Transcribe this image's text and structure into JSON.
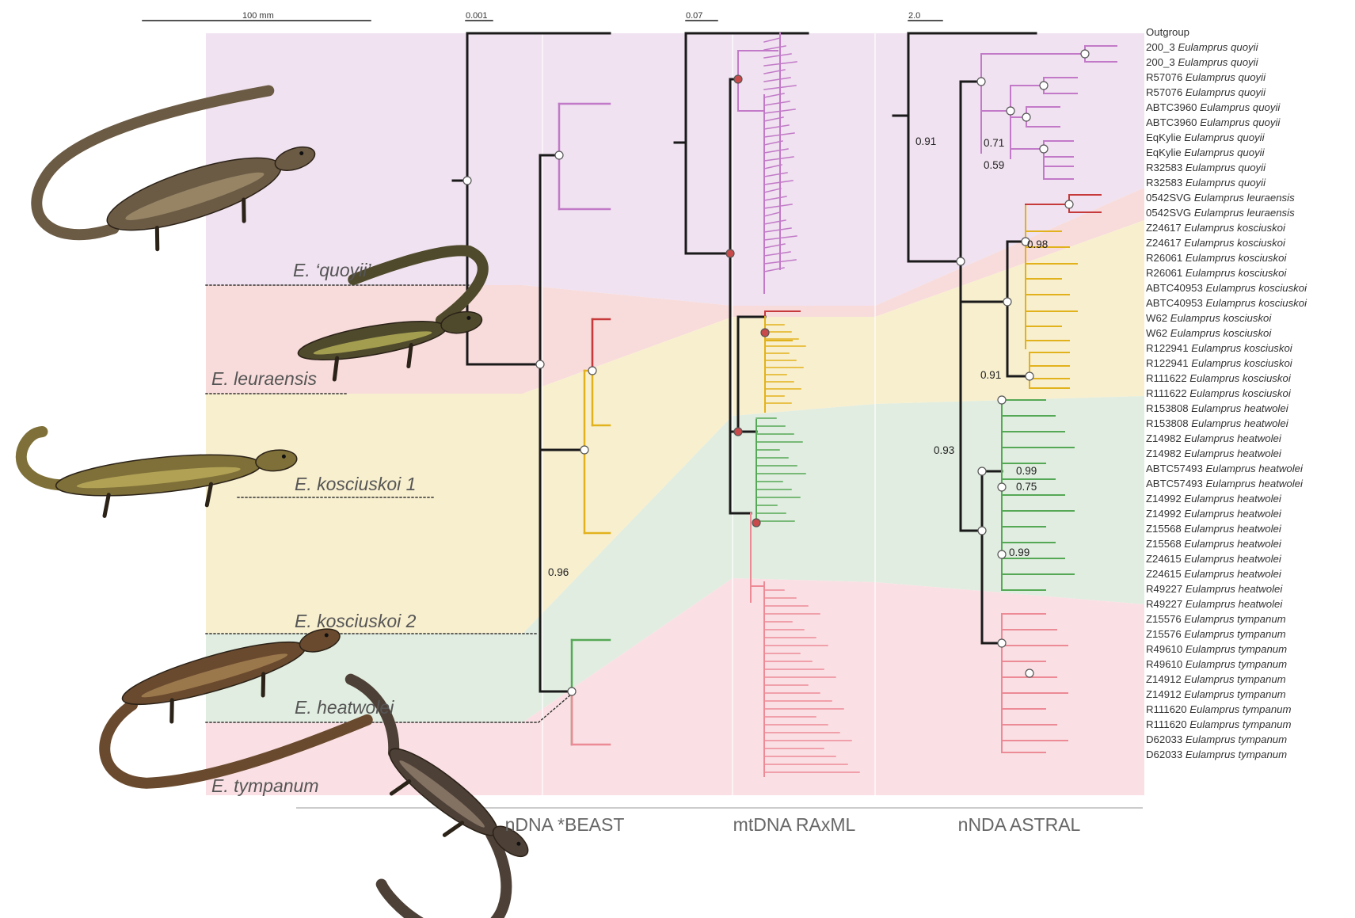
{
  "colors": {
    "quoyii": "#c27ac8",
    "leuraensis": "#c63a3c",
    "kosciuskoi": "#e2b21c",
    "heatwolei": "#55a856",
    "tympanum": "#ec8a96",
    "backbone": "#1a1a1a",
    "band_quoyii": "#f0e2f0",
    "band_leuraensis": "#f8dcdb",
    "band_kosciuskoi": "#f8efcf",
    "band_heatwolei": "#e1ede0",
    "band_tympanum": "#fae0e4"
  },
  "scale_bars": {
    "illustration": "100 mm",
    "beast": "0.001",
    "raxml": "0.07",
    "astral": "2.0"
  },
  "methods": [
    {
      "key": "beast",
      "label": "nDNA *BEAST"
    },
    {
      "key": "raxml",
      "label": "mtDNA RAxML"
    },
    {
      "key": "astral",
      "label": "nNDA ASTRAL"
    }
  ],
  "clades": [
    {
      "key": "quoyii",
      "label": "E. ‘quoyii’"
    },
    {
      "key": "leuraensis",
      "label": "E. leuraensis"
    },
    {
      "key": "kosciuskoi1",
      "label": "E. kosciuskoi 1"
    },
    {
      "key": "kosciuskoi2",
      "label": "E. kosciuskoi 2"
    },
    {
      "key": "heatwolei",
      "label": "E. heatwolei"
    },
    {
      "key": "tympanum",
      "label": "E. tympanum"
    }
  ],
  "support_values": {
    "beast": [
      "0.96"
    ],
    "astral": [
      "0.91",
      "0.71",
      "0.59",
      "0.98",
      "0.91",
      "0.93",
      "0.99",
      "0.75",
      "0.99"
    ]
  },
  "taxa": [
    {
      "id": "Outgroup",
      "species": "",
      "clade": "outgroup"
    },
    {
      "id": "200_3",
      "species": "Eulamprus quoyii",
      "clade": "quoyii"
    },
    {
      "id": "200_3",
      "species": "Eulamprus quoyii",
      "clade": "quoyii"
    },
    {
      "id": "R57076",
      "species": "Eulamprus quoyii",
      "clade": "quoyii"
    },
    {
      "id": "R57076",
      "species": "Eulamprus quoyii",
      "clade": "quoyii"
    },
    {
      "id": "ABTC3960",
      "species": "Eulamprus quoyii",
      "clade": "quoyii"
    },
    {
      "id": "ABTC3960",
      "species": "Eulamprus quoyii",
      "clade": "quoyii"
    },
    {
      "id": "EqKylie",
      "species": "Eulamprus quoyii",
      "clade": "quoyii"
    },
    {
      "id": "EqKylie",
      "species": "Eulamprus quoyii",
      "clade": "quoyii"
    },
    {
      "id": "R32583",
      "species": "Eulamprus quoyii",
      "clade": "quoyii"
    },
    {
      "id": "R32583",
      "species": "Eulamprus quoyii",
      "clade": "quoyii"
    },
    {
      "id": "0542SVG",
      "species": "Eulamprus leuraensis",
      "clade": "leuraensis"
    },
    {
      "id": "0542SVG",
      "species": "Eulamprus leuraensis",
      "clade": "leuraensis"
    },
    {
      "id": "Z24617",
      "species": "Eulamprus kosciuskoi",
      "clade": "kosciuskoi"
    },
    {
      "id": "Z24617",
      "species": "Eulamprus kosciuskoi",
      "clade": "kosciuskoi"
    },
    {
      "id": "R26061",
      "species": "Eulamprus kosciuskoi",
      "clade": "kosciuskoi"
    },
    {
      "id": "R26061",
      "species": "Eulamprus kosciuskoi",
      "clade": "kosciuskoi"
    },
    {
      "id": "ABTC40953",
      "species": "Eulamprus kosciuskoi",
      "clade": "kosciuskoi"
    },
    {
      "id": "ABTC40953",
      "species": "Eulamprus kosciuskoi",
      "clade": "kosciuskoi"
    },
    {
      "id": "W62",
      "species": "Eulamprus kosciuskoi",
      "clade": "kosciuskoi"
    },
    {
      "id": "W62",
      "species": "Eulamprus kosciuskoi",
      "clade": "kosciuskoi"
    },
    {
      "id": "R122941",
      "species": "Eulamprus kosciuskoi",
      "clade": "kosciuskoi"
    },
    {
      "id": "R122941",
      "species": "Eulamprus kosciuskoi",
      "clade": "kosciuskoi"
    },
    {
      "id": "R111622",
      "species": "Eulamprus kosciuskoi",
      "clade": "kosciuskoi"
    },
    {
      "id": "R111622",
      "species": "Eulamprus kosciuskoi",
      "clade": "kosciuskoi"
    },
    {
      "id": "R153808",
      "species": "Eulamprus heatwolei",
      "clade": "heatwolei"
    },
    {
      "id": "R153808",
      "species": "Eulamprus heatwolei",
      "clade": "heatwolei"
    },
    {
      "id": "Z14982",
      "species": "Eulamprus heatwolei",
      "clade": "heatwolei"
    },
    {
      "id": "Z14982",
      "species": "Eulamprus heatwolei",
      "clade": "heatwolei"
    },
    {
      "id": "ABTC57493",
      "species": "Eulamprus heatwolei",
      "clade": "heatwolei"
    },
    {
      "id": "ABTC57493",
      "species": "Eulamprus heatwolei",
      "clade": "heatwolei"
    },
    {
      "id": "Z14992",
      "species": "Eulamprus heatwolei",
      "clade": "heatwolei"
    },
    {
      "id": "Z14992",
      "species": "Eulamprus heatwolei",
      "clade": "heatwolei"
    },
    {
      "id": "Z15568",
      "species": "Eulamprus heatwolei",
      "clade": "heatwolei"
    },
    {
      "id": "Z15568",
      "species": "Eulamprus heatwolei",
      "clade": "heatwolei"
    },
    {
      "id": "Z24615",
      "species": "Eulamprus heatwolei",
      "clade": "heatwolei"
    },
    {
      "id": "Z24615",
      "species": "Eulamprus heatwolei",
      "clade": "heatwolei"
    },
    {
      "id": "R49227",
      "species": "Eulamprus heatwolei",
      "clade": "heatwolei"
    },
    {
      "id": "R49227",
      "species": "Eulamprus heatwolei",
      "clade": "heatwolei"
    },
    {
      "id": "Z15576",
      "species": "Eulamprus tympanum",
      "clade": "tympanum"
    },
    {
      "id": "Z15576",
      "species": "Eulamprus tympanum",
      "clade": "tympanum"
    },
    {
      "id": "R49610",
      "species": "Eulamprus tympanum",
      "clade": "tympanum"
    },
    {
      "id": "R49610",
      "species": "Eulamprus tympanum",
      "clade": "tympanum"
    },
    {
      "id": "Z14912",
      "species": "Eulamprus tympanum",
      "clade": "tympanum"
    },
    {
      "id": "Z14912",
      "species": "Eulamprus tympanum",
      "clade": "tympanum"
    },
    {
      "id": "R111620",
      "species": "Eulamprus tympanum",
      "clade": "tympanum"
    },
    {
      "id": "R111620",
      "species": "Eulamprus tympanum",
      "clade": "tympanum"
    },
    {
      "id": "D62033",
      "species": "Eulamprus tympanum",
      "clade": "tympanum"
    },
    {
      "id": "D62033",
      "species": "Eulamprus tympanum",
      "clade": "tympanum"
    }
  ]
}
